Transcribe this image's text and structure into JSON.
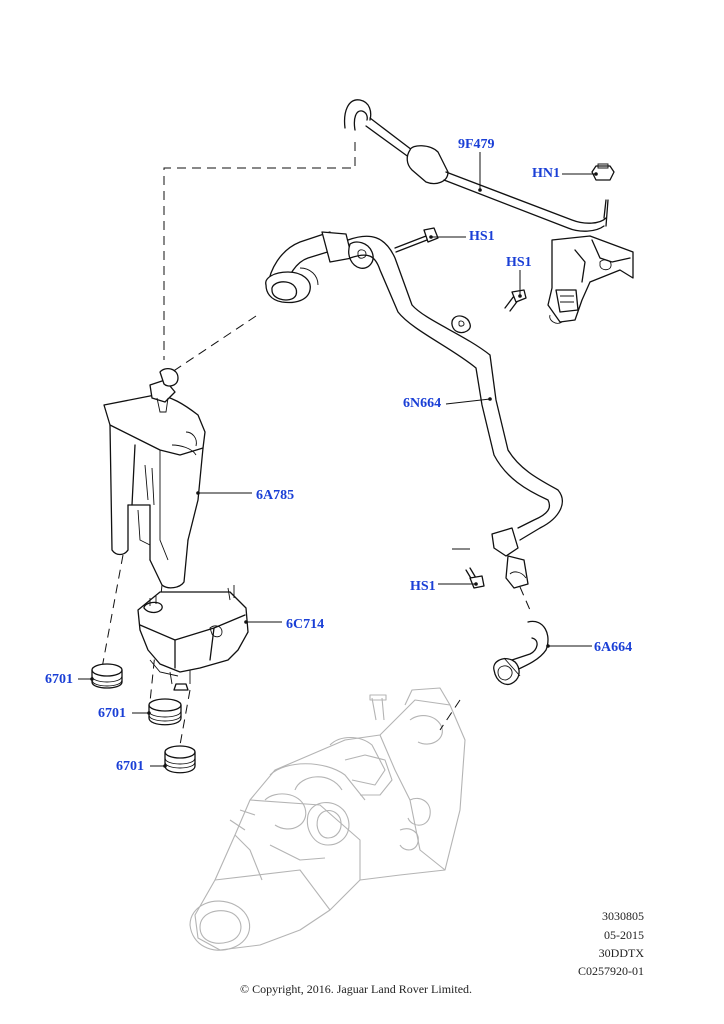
{
  "callouts": {
    "c_9F479": "9F479",
    "c_HN1": "HN1",
    "c_HS1_a": "HS1",
    "c_HS1_b": "HS1",
    "c_6N664": "6N664",
    "c_6A785": "6A785",
    "c_HS1_c": "HS1",
    "c_6C714": "6C714",
    "c_6A664": "6A664",
    "c_6701_a": "6701",
    "c_6701_b": "6701",
    "c_6701_c": "6701"
  },
  "meta": {
    "line1": "3030805",
    "line2": "05-2015",
    "line3": "30DDTX",
    "line4": "C0257920-01"
  },
  "copyright": "© Copyright, 2016. Jaguar Land Rover Limited.",
  "colors": {
    "callout": "#1a3fd6",
    "line": "#111111",
    "ghost": "#b4b4b4"
  }
}
